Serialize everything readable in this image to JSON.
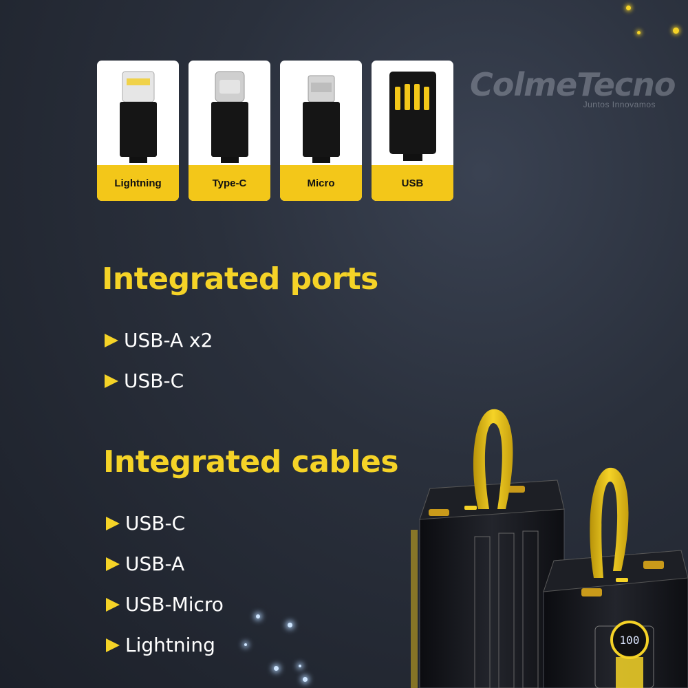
{
  "connectors": [
    {
      "label": "Lightning",
      "icon": "lightning-connector-icon"
    },
    {
      "label": "Type-C",
      "icon": "type-c-connector-icon"
    },
    {
      "label": "Micro",
      "icon": "micro-usb-connector-icon"
    },
    {
      "label": "USB",
      "icon": "usb-a-connector-icon"
    }
  ],
  "brand": {
    "name": "ColmeTecno",
    "tagline": "Juntos Innovamos"
  },
  "ports": {
    "heading": "Integrated ports",
    "items": [
      "USB-A x2",
      "USB-C"
    ]
  },
  "cables": {
    "heading": "Integrated cables",
    "items": [
      "USB-C",
      "USB-A",
      "USB-Micro",
      "Lightning"
    ]
  },
  "product": {
    "display_value": "100"
  },
  "colors": {
    "accent": "#f5d327",
    "background": "#262b35",
    "text": "#ffffff"
  }
}
